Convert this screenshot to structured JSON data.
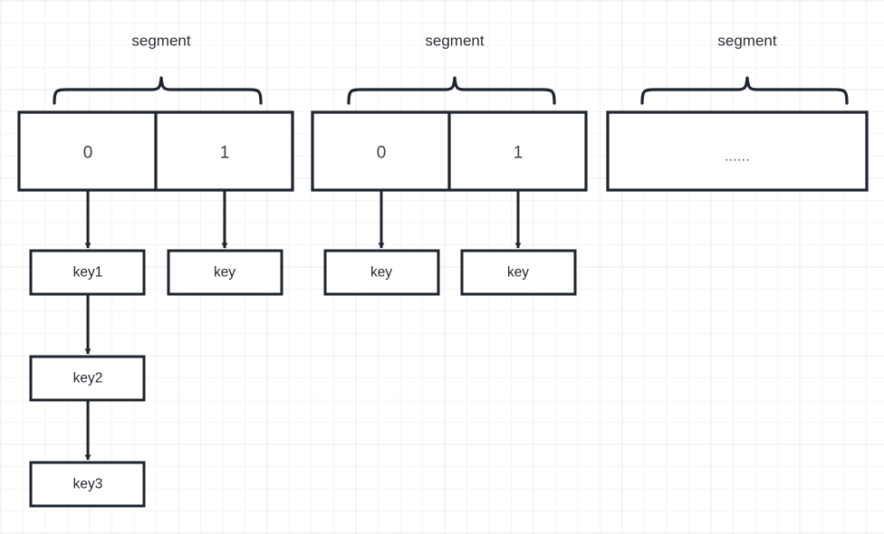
{
  "diagram": {
    "title": "segment-array-with-key-chains",
    "colors": {
      "stroke": "#1f252e",
      "text": "#23272e",
      "grid_minor": "#f4f4f4",
      "grid_major": "#ebebeb",
      "background": "#ffffff"
    },
    "segments": [
      {
        "label": "segment",
        "cells": [
          {
            "label": "0",
            "chain": [
              "key1",
              "key2",
              "key3"
            ]
          },
          {
            "label": "1",
            "chain": [
              "key"
            ]
          }
        ]
      },
      {
        "label": "segment",
        "cells": [
          {
            "label": "0",
            "chain": [
              "key"
            ]
          },
          {
            "label": "1",
            "chain": [
              "key"
            ]
          }
        ]
      },
      {
        "label": "segment",
        "cells": [
          {
            "label": "......",
            "chain": []
          }
        ]
      }
    ],
    "labels": {
      "segment_1": "segment",
      "segment_2": "segment",
      "segment_3": "segment",
      "s1_cell_0": "0",
      "s1_cell_1": "1",
      "s2_cell_0": "0",
      "s2_cell_1": "1",
      "s3_cell_ellipsis": "......",
      "s1_c0_key1": "key1",
      "s1_c0_key2": "key2",
      "s1_c0_key3": "key3",
      "s1_c1_key": "key",
      "s2_c0_key": "key",
      "s2_c1_key": "key"
    }
  }
}
